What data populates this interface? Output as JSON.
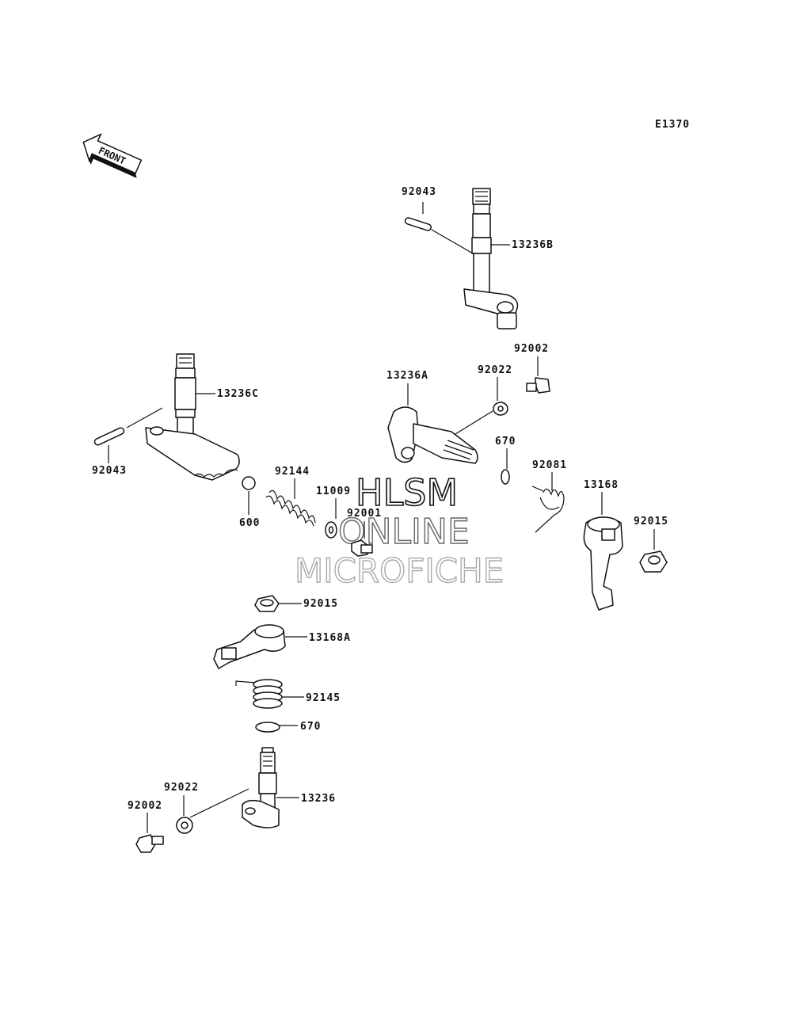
{
  "diagram_code": "E1370",
  "front_label": "FRONT",
  "watermark": {
    "line1": "HLSM",
    "line2": "ONLINE",
    "line3": "MICROFICHE"
  },
  "parts": {
    "p92043_top": "92043",
    "p13236B": "13236B",
    "p92002_top": "92002",
    "p92022_top": "92022",
    "p13236A": "13236A",
    "p13236C": "13236C",
    "p92043_left": "92043",
    "p670_top": "670",
    "p92081": "92081",
    "p13168": "13168",
    "p92015_right": "92015",
    "p92144": "92144",
    "p11009": "11009",
    "p92001": "92001",
    "p600": "600",
    "p92015_left": "92015",
    "p13168A": "13168A",
    "p92145": "92145",
    "p670_bottom": "670",
    "p92022_bottom": "92022",
    "p92002_bottom": "92002",
    "p13236": "13236"
  }
}
